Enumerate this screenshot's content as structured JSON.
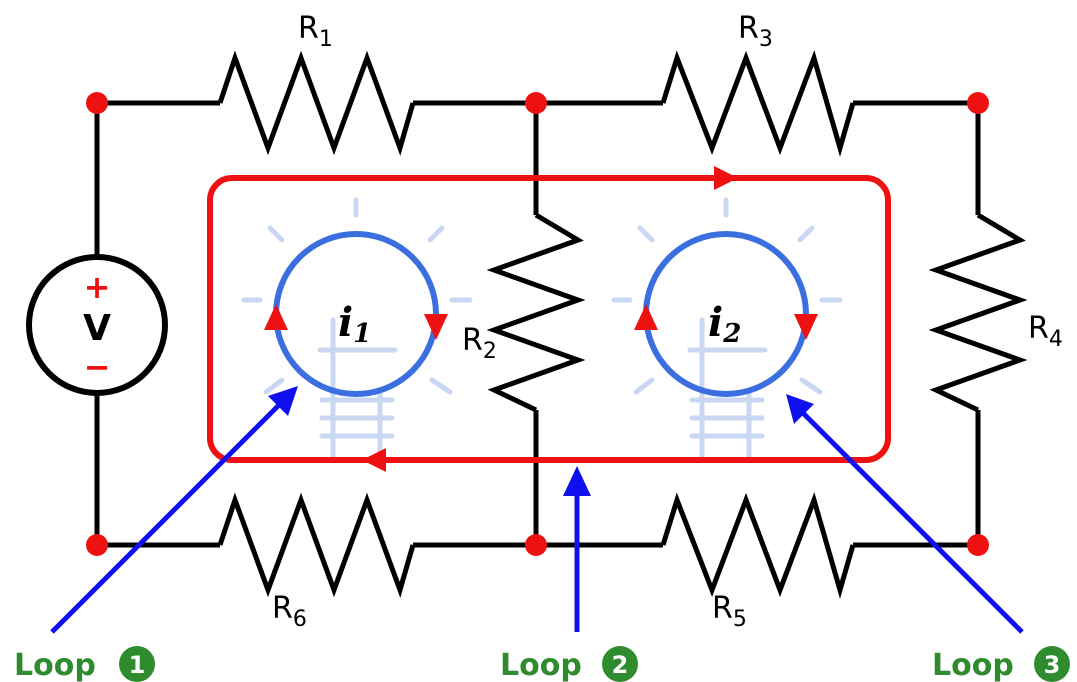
{
  "colors": {
    "wire": "#000000",
    "node": "#ee1111",
    "loop_outer": "#ee1111",
    "mesh": "#3b6fe0",
    "pointer": "#1010ee",
    "bulb": "#c9d7f2",
    "loop_label": "#2e8b2e"
  },
  "resistors": [
    {
      "id": "r1",
      "letter": "R",
      "sub": "1"
    },
    {
      "id": "r2",
      "letter": "R",
      "sub": "2"
    },
    {
      "id": "r3",
      "letter": "R",
      "sub": "3"
    },
    {
      "id": "r4",
      "letter": "R",
      "sub": "4"
    },
    {
      "id": "r5",
      "letter": "R",
      "sub": "5"
    },
    {
      "id": "r6",
      "letter": "R",
      "sub": "6"
    }
  ],
  "source": {
    "label": "V",
    "plus": "+",
    "minus": "−"
  },
  "currents": [
    {
      "letter": "i",
      "sub": "1"
    },
    {
      "letter": "i",
      "sub": "2"
    }
  ],
  "loops": [
    {
      "text": "Loop",
      "num": "1"
    },
    {
      "text": "Loop",
      "num": "2"
    },
    {
      "text": "Loop",
      "num": "3"
    }
  ]
}
